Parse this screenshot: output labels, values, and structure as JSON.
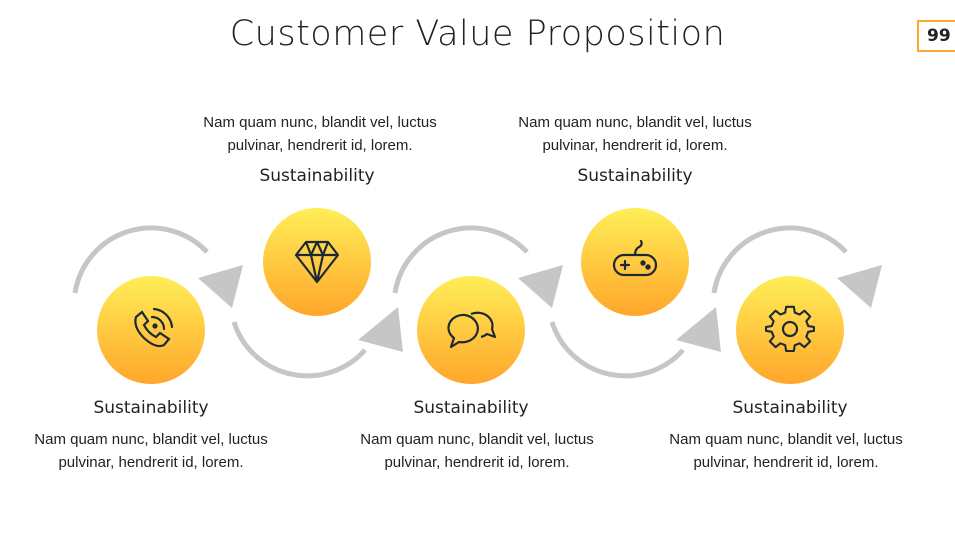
{
  "title": "Customer Value Proposition",
  "page_number": "99",
  "colors": {
    "accent": "#FFA62B",
    "gradient_top": "#FFEE58",
    "arrow": "#C6C6C6"
  },
  "items": [
    {
      "title": "Sustainability",
      "desc_line1": "Nam quam nunc, blandit vel, luctus",
      "desc_line2": "pulvinar, hendrerit id, lorem.",
      "icon": "phone-icon"
    },
    {
      "title": "Sustainability",
      "desc_line1": "Nam quam nunc, blandit vel, luctus",
      "desc_line2": "pulvinar, hendrerit id, lorem.",
      "icon": "diamond-icon"
    },
    {
      "title": "Sustainability",
      "desc_line1": "Nam quam nunc, blandit vel, luctus",
      "desc_line2": "pulvinar, hendrerit id, lorem.",
      "icon": "chat-icon"
    },
    {
      "title": "Sustainability",
      "desc_line1": "Nam quam nunc, blandit vel, luctus",
      "desc_line2": "pulvinar, hendrerit id, lorem.",
      "icon": "gamepad-icon"
    },
    {
      "title": "Sustainability",
      "desc_line1": "Nam quam nunc, blandit vel, luctus",
      "desc_line2": "pulvinar, hendrerit id, lorem.",
      "icon": "gear-icon"
    }
  ]
}
